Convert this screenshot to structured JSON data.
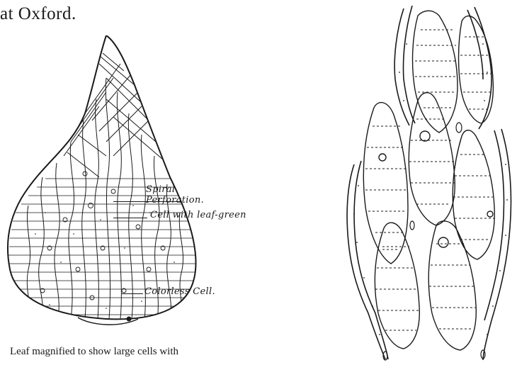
{
  "page": {
    "top_text": "at Oxford.",
    "caption": "Leaf magnified to show large cells with"
  },
  "leaf_figure": {
    "labels": {
      "spiral": "Spiral",
      "perforation": "Perforation.",
      "green_cell": "Cell with leaf-green",
      "colorless_cell": "Colorless Cell."
    }
  }
}
